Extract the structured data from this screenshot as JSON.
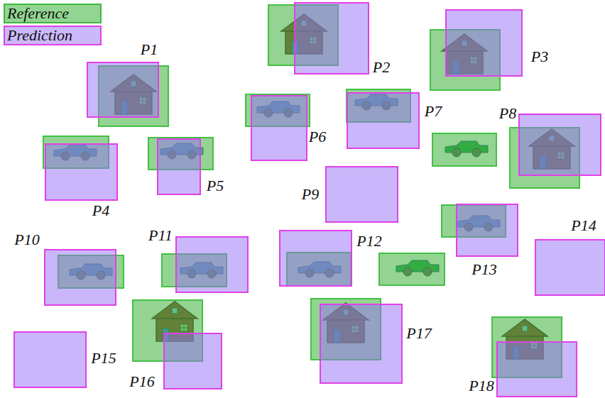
{
  "diagram": {
    "labels": [
      "P1",
      "P2",
      "P3",
      "P4",
      "P5",
      "P6",
      "P7",
      "P8",
      "P9",
      "P10",
      "P11",
      "P12",
      "P13",
      "P14",
      "P15",
      "P16",
      "P17",
      "P18"
    ],
    "legend": [
      {
        "text": "Reference",
        "color": "#92d592"
      },
      {
        "text": "Prediction",
        "color": "#cbb8fb"
      }
    ]
  }
}
